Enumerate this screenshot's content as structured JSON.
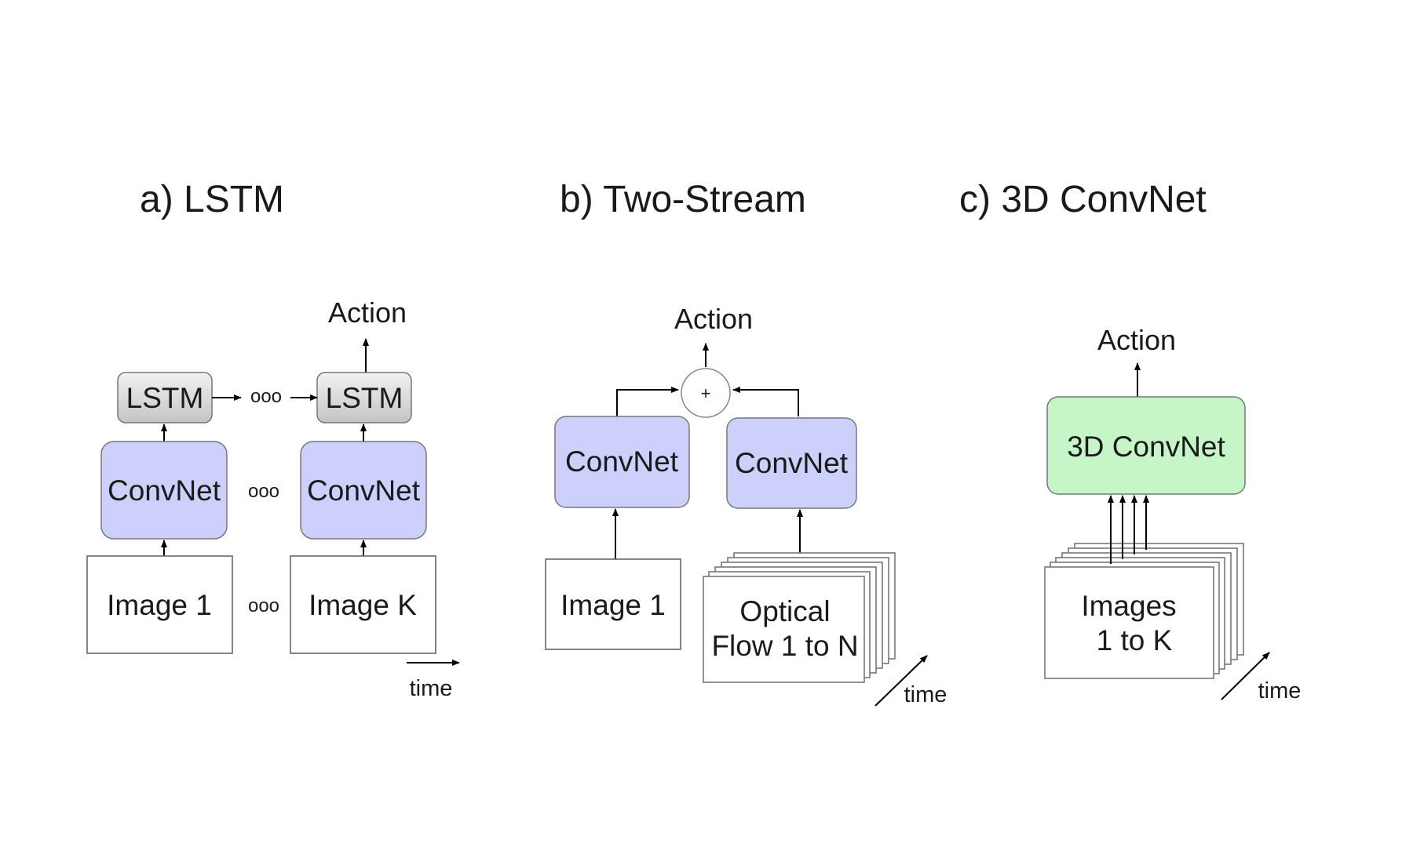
{
  "panels": {
    "lstm": {
      "title": "a) LSTM",
      "action": "Action",
      "lstm_label": "LSTM",
      "convnet_label": "ConvNet",
      "image_first": "Image 1",
      "image_last": "Image K",
      "dots": "ooo",
      "time": "time"
    },
    "two_stream": {
      "title": "b) Two-Stream",
      "action": "Action",
      "plus": "+",
      "convnet_label": "ConvNet",
      "image": "Image 1",
      "flow_line1": "Optical",
      "flow_line2": "Flow 1 to N",
      "time": "time"
    },
    "conv3d": {
      "title": "c) 3D ConvNet",
      "action": "Action",
      "convnet_label": "3D ConvNet",
      "images_line1": "Images",
      "images_line2": "1 to K",
      "time": "time"
    }
  },
  "colors": {
    "convnet_fill": "#cdd0fa",
    "conv3d_fill": "#c6f6c8",
    "lstm_fill_top": "#f2f2f2",
    "lstm_fill_bottom": "#c4c4c4"
  }
}
